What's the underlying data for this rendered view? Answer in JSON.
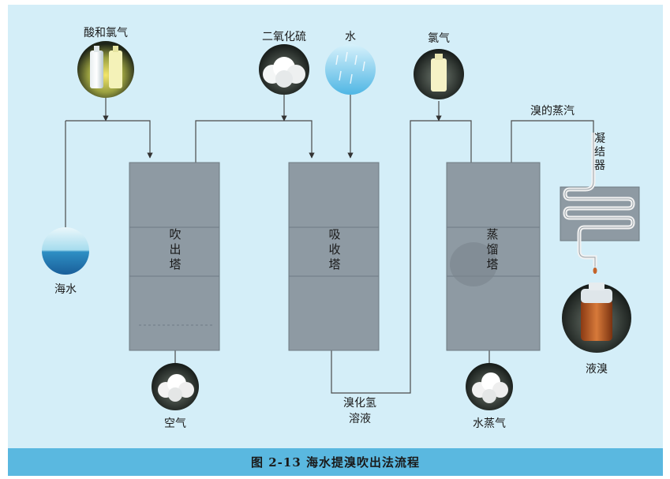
{
  "inputs": {
    "acid_chlorine": "酸和氯气",
    "so2": "二氧化硫",
    "water": "水",
    "chlorine": "氯气"
  },
  "seawater": "海水",
  "air": "空气",
  "steam": "水蒸气",
  "towers": {
    "blow_out": "吹\n出\n塔",
    "absorb": "吸\n收\n塔",
    "distill": "蒸\n馏\n塔"
  },
  "hbr_solution": {
    "line1": "溴化氢",
    "line2": "溶液"
  },
  "bromine_vapor": "溴的蒸汽",
  "condenser": "凝\n结\n器",
  "liquid_bromine": "液溴",
  "caption": "图 2-13    海水提溴吹出法流程",
  "colors": {
    "panel": "#d4eef8",
    "caption_bar": "#5ab8e0",
    "tower": "#8e9aa3",
    "bromine": "#c4632a"
  }
}
